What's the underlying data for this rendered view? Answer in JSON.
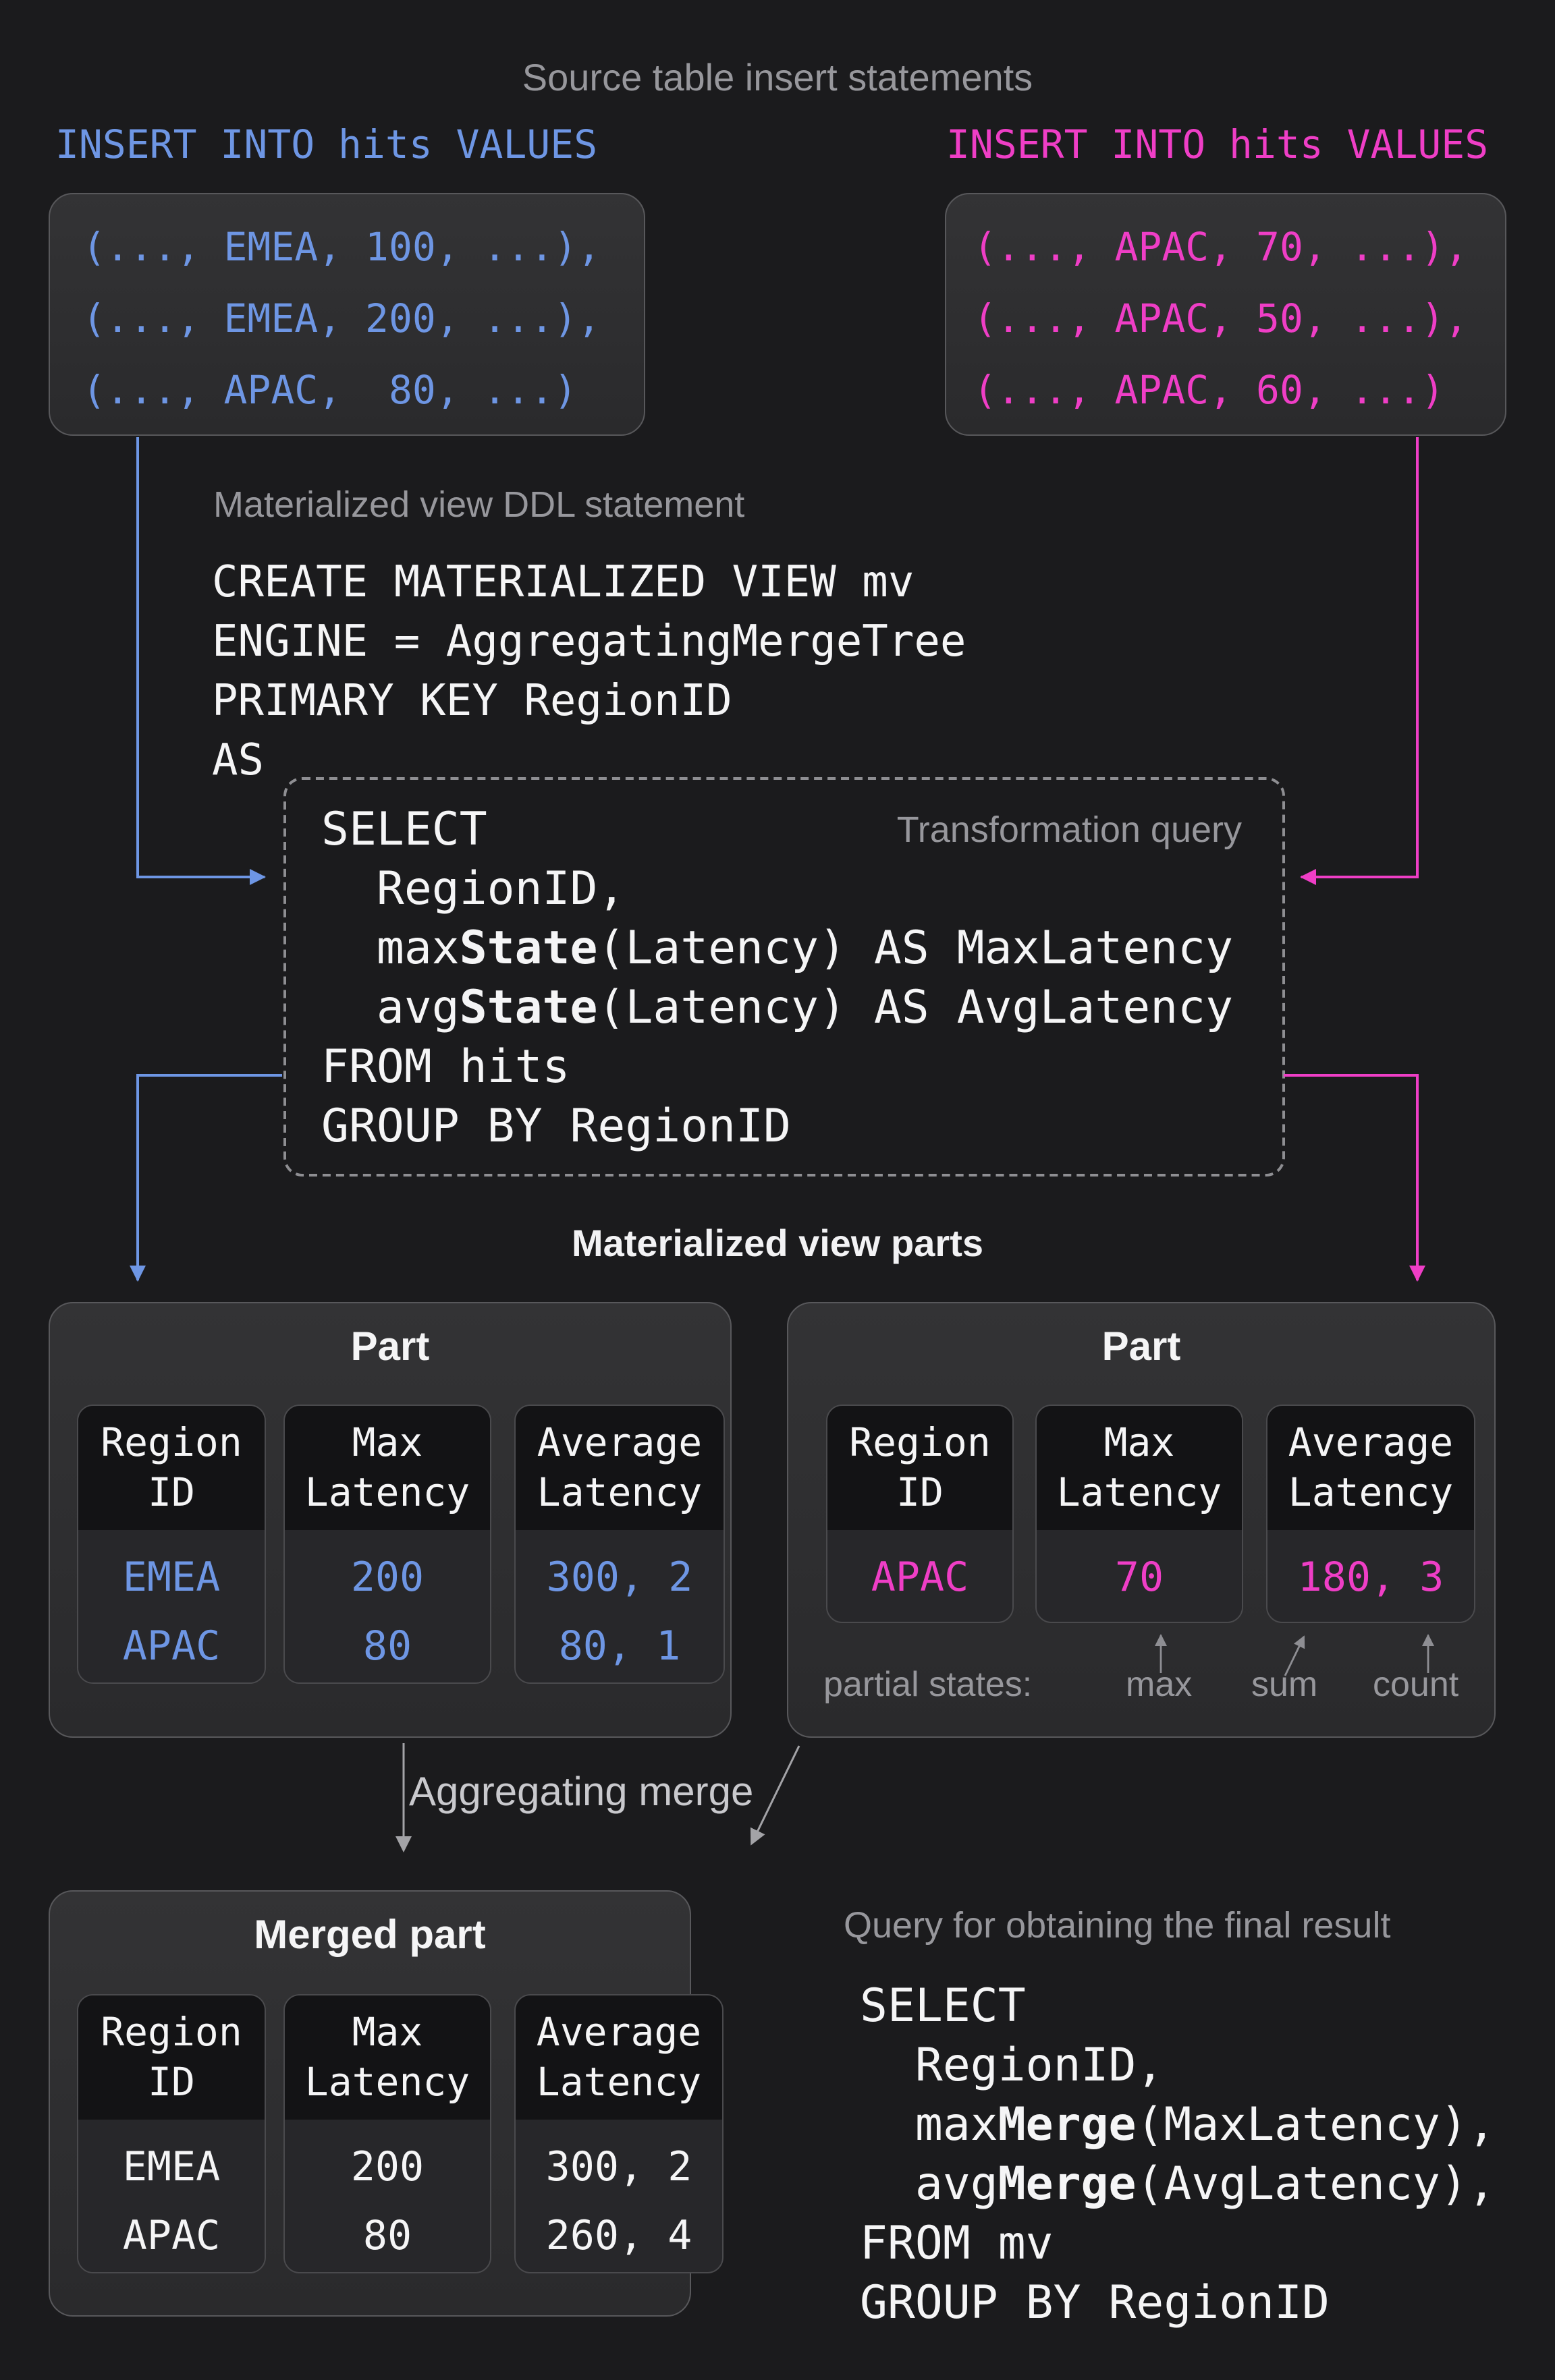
{
  "header": {
    "title": "Source table insert statements"
  },
  "inserts": {
    "left": {
      "statement": "INSERT INTO hits VALUES",
      "rows": [
        "(..., EMEA, 100, ...),",
        "(..., EMEA, 200, ...),",
        "(..., APAC,  80, ...)"
      ]
    },
    "right": {
      "statement": "INSERT INTO hits VALUES",
      "rows": [
        "(..., APAC, 70, ...),",
        "(..., APAC, 50, ...),",
        "(..., APAC, 60, ...)"
      ]
    }
  },
  "ddl": {
    "label": "Materialized view DDL statement",
    "code": [
      "CREATE MATERIALIZED VIEW mv",
      "ENGINE = AggregatingMergeTree",
      "PRIMARY KEY RegionID",
      "AS"
    ]
  },
  "transformation": {
    "label": "Transformation query",
    "code": [
      "SELECT",
      "  RegionID,",
      "  max**State**(Latency) AS MaxLatency",
      "  avg**State**(Latency) AS AvgLatency",
      "FROM hits",
      "GROUP BY RegionID"
    ]
  },
  "parts": {
    "heading": "Materialized view parts",
    "left": {
      "title": "Part",
      "columns": [
        "Region\nID",
        "Max\nLatency",
        "Average\nLatency"
      ],
      "rows": [
        [
          "EMEA",
          "200",
          "300, 2"
        ],
        [
          "APAC",
          "80",
          "80, 1"
        ]
      ]
    },
    "right": {
      "title": "Part",
      "columns": [
        "Region\nID",
        "Max\nLatency",
        "Average\nLatency"
      ],
      "rows": [
        [
          "APAC",
          "70",
          "180, 3"
        ]
      ],
      "partial_states_label": "partial states:",
      "partial_states": [
        "max",
        "sum",
        "count"
      ]
    }
  },
  "merge": {
    "label": "Aggregating merge"
  },
  "merged": {
    "title": "Merged part",
    "columns": [
      "Region\nID",
      "Max\nLatency",
      "Average\nLatency"
    ],
    "rows": [
      [
        "EMEA",
        "200",
        "300, 2"
      ],
      [
        "APAC",
        "80",
        "260, 4"
      ]
    ]
  },
  "final_query": {
    "label": "Query for obtaining the final result",
    "code": [
      "SELECT",
      "  RegionID,",
      "  max**Merge**(MaxLatency),",
      "  avg**Merge**(AvgLatency),",
      "FROM mv",
      "GROUP BY RegionID"
    ]
  },
  "colors": {
    "background": "#1B1B1D",
    "blue": "#6E96E4",
    "magenta": "#EF3EC6",
    "gray_label": "#97979C",
    "light_gray": "#C9C9CD",
    "white": "#F5F5F6"
  }
}
